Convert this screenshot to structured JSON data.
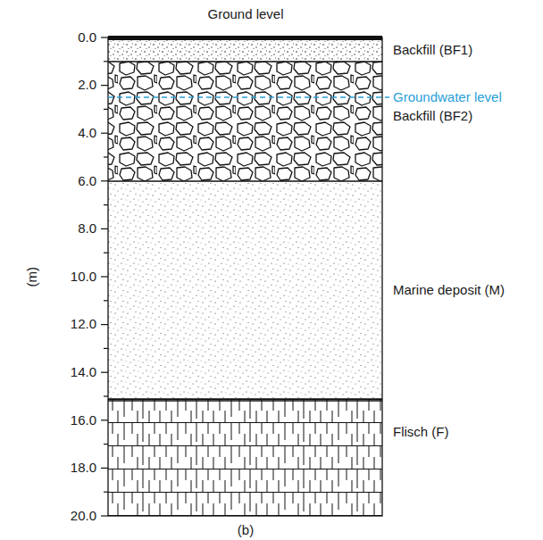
{
  "diagram": {
    "labels": [
      "Ground level",
      "0.0",
      "2.0",
      "4.0",
      "6.0",
      "8.0",
      "10.0",
      "12.0",
      "14.0",
      "16.0",
      "18.0",
      "20.0",
      "(m)",
      "Backfill (BF1)",
      "Groundwater level",
      "Backfill (BF2)",
      "Marine deposit (M)",
      "Flisch (F)",
      "(b)"
    ]
  }
}
